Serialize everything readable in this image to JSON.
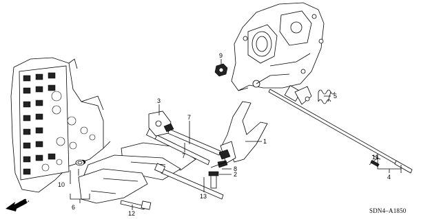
{
  "diagram": {
    "callouts": {
      "c1": "1",
      "c2": "2",
      "c3": "3",
      "c4": "4",
      "c5": "5",
      "c6": "6",
      "c7a": "7",
      "c7b": "7",
      "c8": "8",
      "c9": "9",
      "c10": "10",
      "c11": "11",
      "c12": "12",
      "c13": "13"
    },
    "diagram_code": "SDN4–A1850",
    "direction_label": "FR."
  }
}
